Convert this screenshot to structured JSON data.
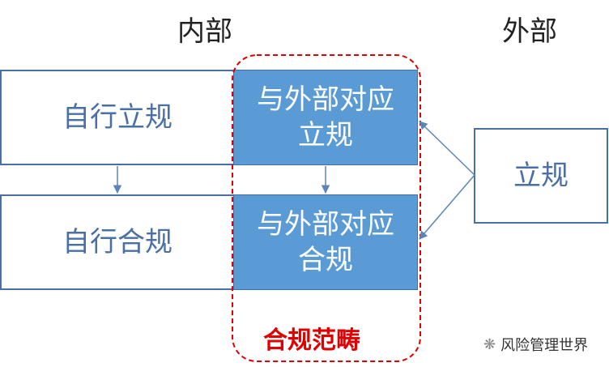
{
  "headings": {
    "internal": "内部",
    "external": "外部"
  },
  "boxes": {
    "self_rule": "自行立规",
    "self_comply": "自行合规",
    "ext_rule": "与外部对应\n立规",
    "ext_comply": "与外部对应\n合规",
    "external_rule": "立规"
  },
  "scope_label": "合规范畴",
  "watermark": "风险管理世界",
  "colors": {
    "outline": "#4a6fa6",
    "fill": "#5b9bd5",
    "scope": "#e00000"
  }
}
